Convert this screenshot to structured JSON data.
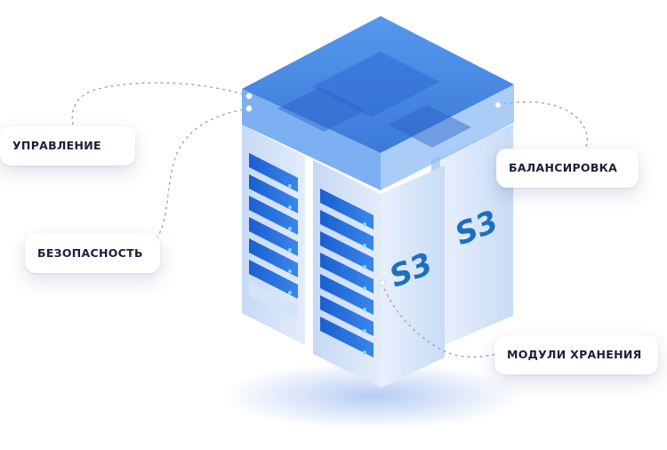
{
  "labels": {
    "management": "УПРАВЛЕНИЕ",
    "security": "БЕЗОПАСНОСТЬ",
    "balancing": "БАЛАНСИРОВКА",
    "storage_modules": "МОДУЛИ ХРАНЕНИЯ"
  },
  "server_badge": "S3",
  "server_badge_secondary": "S3",
  "colors": {
    "top_face": "#3f86e6",
    "side_face": "#dbe8fb",
    "accent_light": "#6fc9f7",
    "text_dark": "#1b1f3a",
    "badge_text": "#1f6fc0"
  },
  "icons": [
    "connector-dot-icon"
  ]
}
